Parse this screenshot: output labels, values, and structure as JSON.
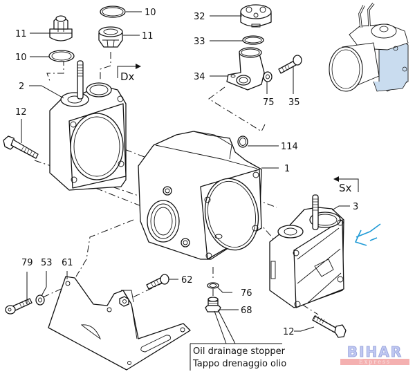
{
  "diagram": {
    "type": "exploded parts view",
    "subject": "pump body / manifold assembly"
  },
  "direction_markers": {
    "right": "Dx",
    "left": "Sx"
  },
  "callouts": {
    "c10a": "10",
    "c11a": "11",
    "c10b": "10",
    "c11b": "11",
    "c2": "2",
    "c12a": "12",
    "c32": "32",
    "c33": "33",
    "c34": "34",
    "c75": "75",
    "c35": "35",
    "c114": "114",
    "c1": "1",
    "c3": "3",
    "c79": "79",
    "c53": "53",
    "c61": "61",
    "c62": "62",
    "c76": "76",
    "c68": "68",
    "c12b": "12"
  },
  "note": {
    "line1": "Oil drainage stopper",
    "line2": "Tappo drenaggio olio"
  },
  "watermark": {
    "title": "BIHAR",
    "subtitle": "Express"
  },
  "colors": {
    "line": "#111111",
    "arrow_blue": "#1e9ad6",
    "thumbnail_tint": "#c9dcef",
    "watermark_blue": "#b7c0f0",
    "watermark_red": "#f3a3a3"
  }
}
